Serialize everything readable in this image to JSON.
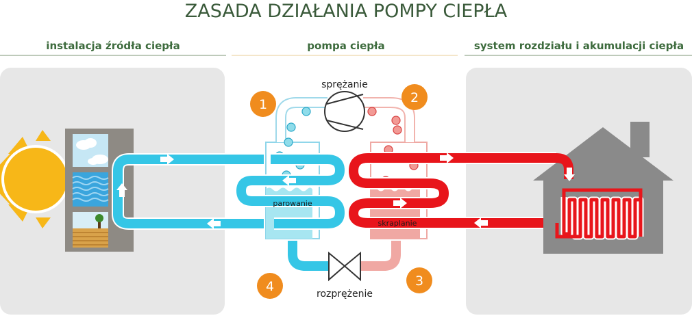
{
  "title": "ZASADA DZIAŁANIA POMPY CIEPŁA",
  "sections": {
    "left": "instalacja źródła ciepła",
    "center": "pompa ciepła",
    "right": "system rozdziału i akumulacji ciepła"
  },
  "stages": {
    "compression": "sprężanie",
    "expansion": "rozprężenie",
    "evaporation": "parowanie",
    "condensation": "skraplanie"
  },
  "steps": [
    "1",
    "2",
    "3",
    "4"
  ],
  "colors": {
    "title": "#3a5a3a",
    "header_text": "#3d6b3d",
    "header_line_green": "#a9b9a3",
    "header_line_center": "#f1ddb8",
    "panel_bg": "#e7e7e7",
    "cold_pipe": "#35c6e6",
    "cold_tank": "#a7e6f1",
    "hot_pipe": "#e8151b",
    "hot_tank": "#f0a8a3",
    "step_badge": "#f08c1e",
    "sun": "#f7b718",
    "house": "#8a8a8a",
    "arrow": "#ffffff"
  },
  "icons": [
    "sun-icon",
    "sky-cloud-icon",
    "water-icon",
    "ground-tree-icon",
    "compressor-icon",
    "expansion-valve-icon",
    "house-icon",
    "radiator-coil-icon"
  ]
}
